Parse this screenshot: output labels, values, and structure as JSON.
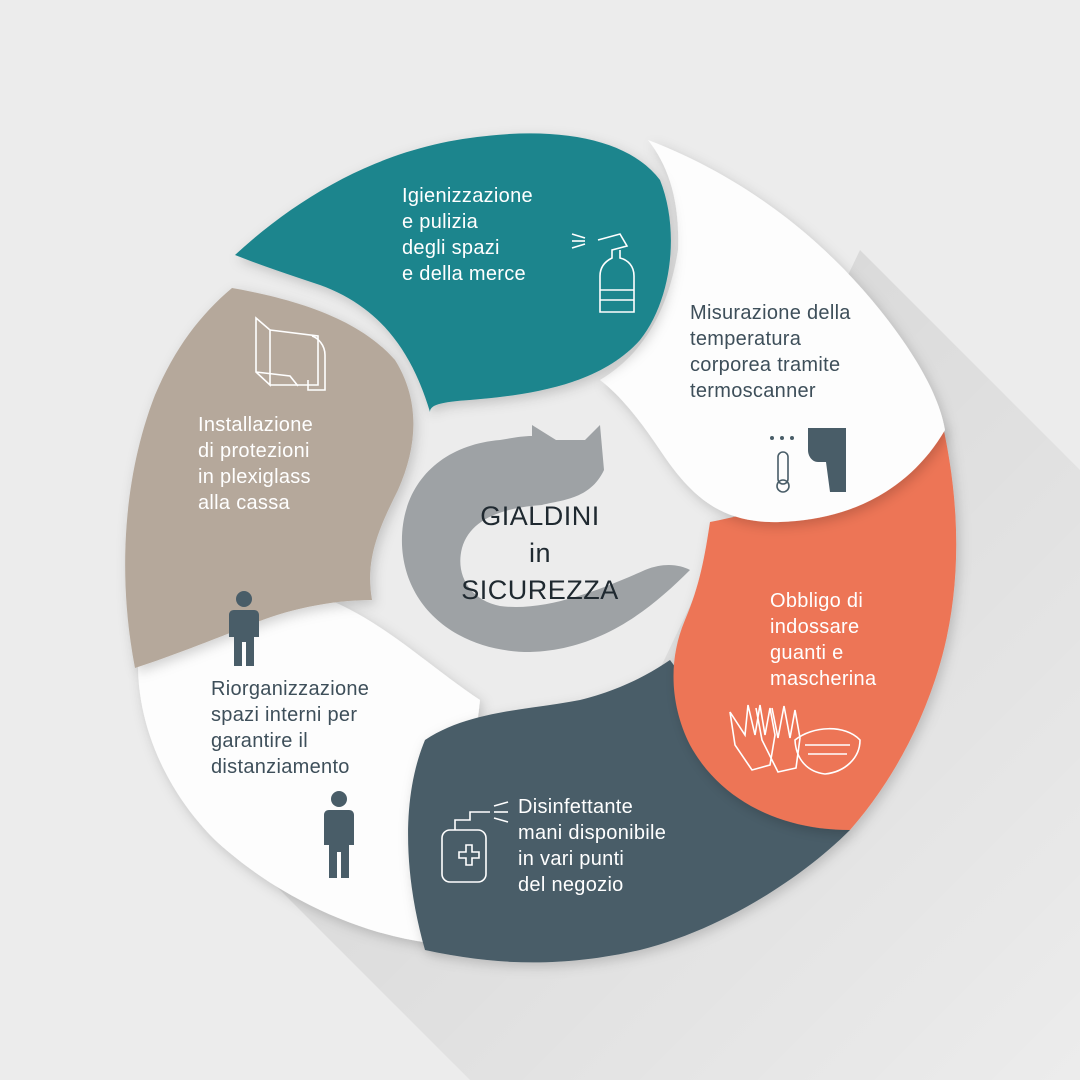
{
  "colors": {
    "background": "#ececec",
    "teal": "#1c858d",
    "taupe": "#b5a89b",
    "coral": "#ed7556",
    "slate": "#495d68",
    "white": "#fdfdfd",
    "logo_gray": "#9ea2a5",
    "icon_dark": "#4a5a63",
    "title_text": "#1f2930"
  },
  "center": {
    "title_lines": [
      "GIALDINI",
      "in",
      "SICUREZZA"
    ],
    "logo_icon": "cat-logo-icon"
  },
  "segments": [
    {
      "id": "igienizzazione",
      "color": "#1c858d",
      "icon": "spray-bottle-icon",
      "lines": [
        "Igienizzazione",
        "e pulizia",
        "degli spazi",
        "e della merce"
      ]
    },
    {
      "id": "misurazione",
      "color": "#fdfdfd",
      "icon": "thermometer-scanner-icon",
      "lines": [
        "Misurazione della",
        "temperatura",
        "corporea tramite",
        "termoscanner"
      ]
    },
    {
      "id": "obbligo",
      "color": "#ed7556",
      "icon": "gloves-mask-icon",
      "lines": [
        "Obbligo di",
        "indossare",
        "guanti e",
        "mascherina"
      ]
    },
    {
      "id": "disinfettante",
      "color": "#495d68",
      "icon": "sanitizer-dispenser-icon",
      "lines": [
        "Disinfettante",
        "mani disponibile",
        "in vari punti",
        "del negozio"
      ]
    },
    {
      "id": "riorganizzazione",
      "color": "#fdfdfd",
      "icon": "person-icon",
      "lines": [
        "Riorganizzazione",
        "spazi interni per",
        "garantire il",
        "distanziamento"
      ]
    },
    {
      "id": "installazione",
      "color": "#b5a89b",
      "icon": "plexiglass-shield-icon",
      "lines": [
        "Installazione",
        "di protezioni",
        "in plexiglass",
        "alla cassa"
      ]
    }
  ]
}
